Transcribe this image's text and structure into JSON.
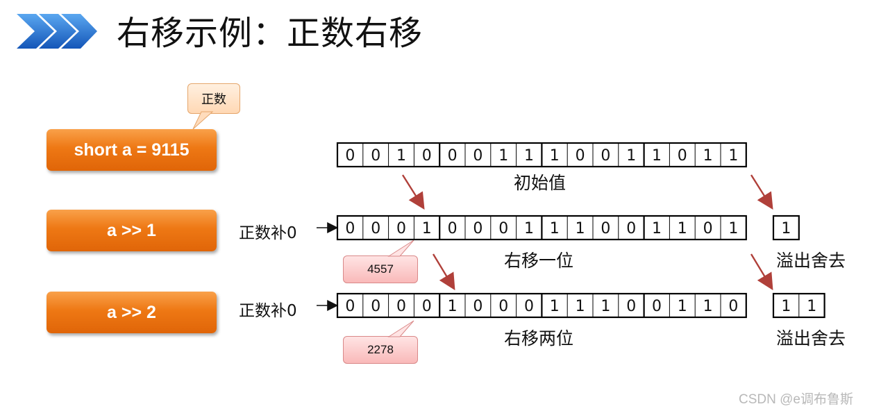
{
  "title": "右移示例：正数右移",
  "callout_top": "正数",
  "buttons": [
    "short a = 9115",
    "a >> 1",
    "a >> 2"
  ],
  "rows": [
    {
      "prefix": "",
      "bits": [
        "0",
        "0",
        "1",
        "0",
        "0",
        "0",
        "1",
        "1",
        "1",
        "0",
        "0",
        "1",
        "1",
        "0",
        "1",
        "1"
      ],
      "caption": "初始值"
    },
    {
      "prefix": "正数补0",
      "bits": [
        "0",
        "0",
        "0",
        "1",
        "0",
        "0",
        "0",
        "1",
        "1",
        "1",
        "0",
        "0",
        "1",
        "1",
        "0",
        "1"
      ],
      "caption": "右移一位",
      "overflow": [
        "1"
      ],
      "overflow_caption": "溢出舍去",
      "value_callout": "4557"
    },
    {
      "prefix": "正数补0",
      "bits": [
        "0",
        "0",
        "0",
        "0",
        "1",
        "0",
        "0",
        "0",
        "1",
        "1",
        "1",
        "0",
        "0",
        "1",
        "1",
        "0"
      ],
      "caption": "右移两位",
      "overflow": [
        "1",
        "1"
      ],
      "overflow_caption": "溢出舍去",
      "value_callout": "2278"
    }
  ],
  "watermark": "CSDN @e调布鲁斯",
  "colors": {
    "button": "#ee7814",
    "arrow": "#b0403a",
    "logo": "#1f6fd1"
  }
}
